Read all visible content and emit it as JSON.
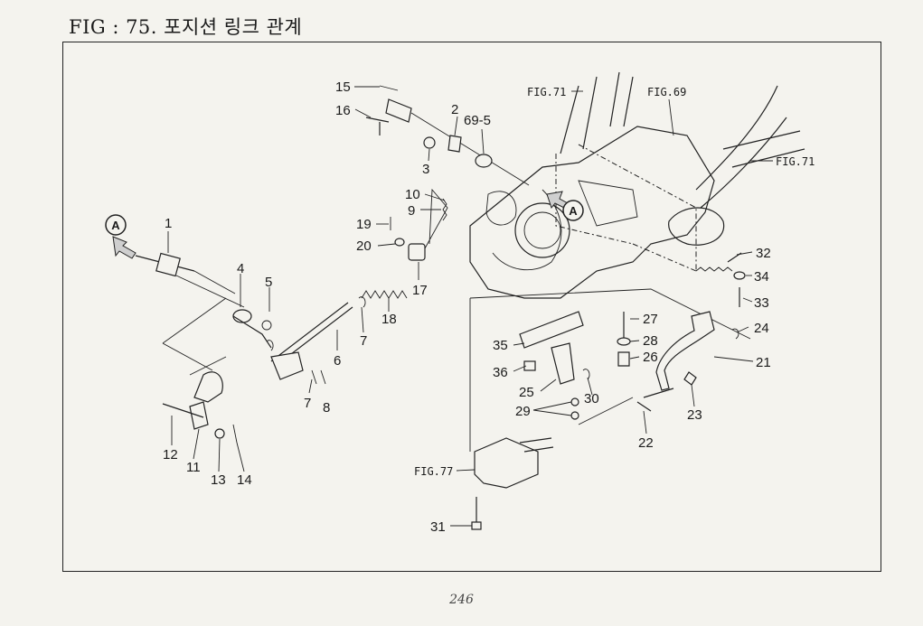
{
  "title": "FIG : 75. 포지션 링크 관계",
  "page_number": "246",
  "marker_letter": "A",
  "figure_refs": {
    "fig71_top": "FIG.71",
    "fig69": "FIG.69",
    "fig71_right": "FIG.71",
    "fig77": "FIG.77"
  },
  "part_labels": {
    "p1": "1",
    "p2": "2",
    "p3": "3",
    "p4": "4",
    "p5": "5",
    "p6": "6",
    "p7a": "7",
    "p7b": "7",
    "p8": "8",
    "p9": "9",
    "p10": "10",
    "p11": "11",
    "p12": "12",
    "p13": "13",
    "p14": "14",
    "p15": "15",
    "p16": "16",
    "p17": "17",
    "p18": "18",
    "p19": "19",
    "p20": "20",
    "p21": "21",
    "p22": "22",
    "p23": "23",
    "p24": "24",
    "p25": "25",
    "p26": "26",
    "p27": "27",
    "p28": "28",
    "p29": "29",
    "p30": "30",
    "p31": "31",
    "p32": "32",
    "p33": "33",
    "p34": "34",
    "p35": "35",
    "p36": "36",
    "p69_5": "69-5"
  }
}
